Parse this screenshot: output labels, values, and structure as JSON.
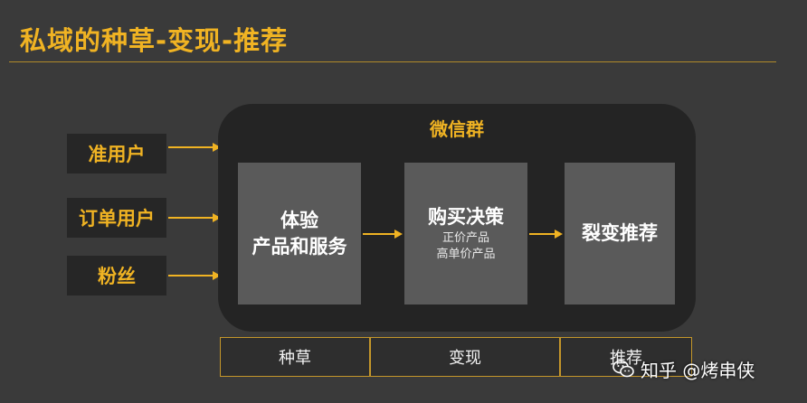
{
  "title": "私域的种草-变现-推荐",
  "user_sources": [
    "准用户",
    "订单用户",
    "粉丝"
  ],
  "group_title": "微信群",
  "stages": [
    {
      "main": "体验",
      "main2": "产品和服务"
    },
    {
      "main": "购买决策",
      "sub1": "正价产品",
      "sub2": "高单价产品"
    },
    {
      "main": "裂变推荐"
    }
  ],
  "phases": [
    "种草",
    "变现",
    "推荐"
  ],
  "watermark": "知乎 @烤串侠",
  "colors": {
    "accent": "#f0b323",
    "background": "#3a3a3a",
    "panel": "#242424",
    "stage": "#5a5a5a"
  }
}
